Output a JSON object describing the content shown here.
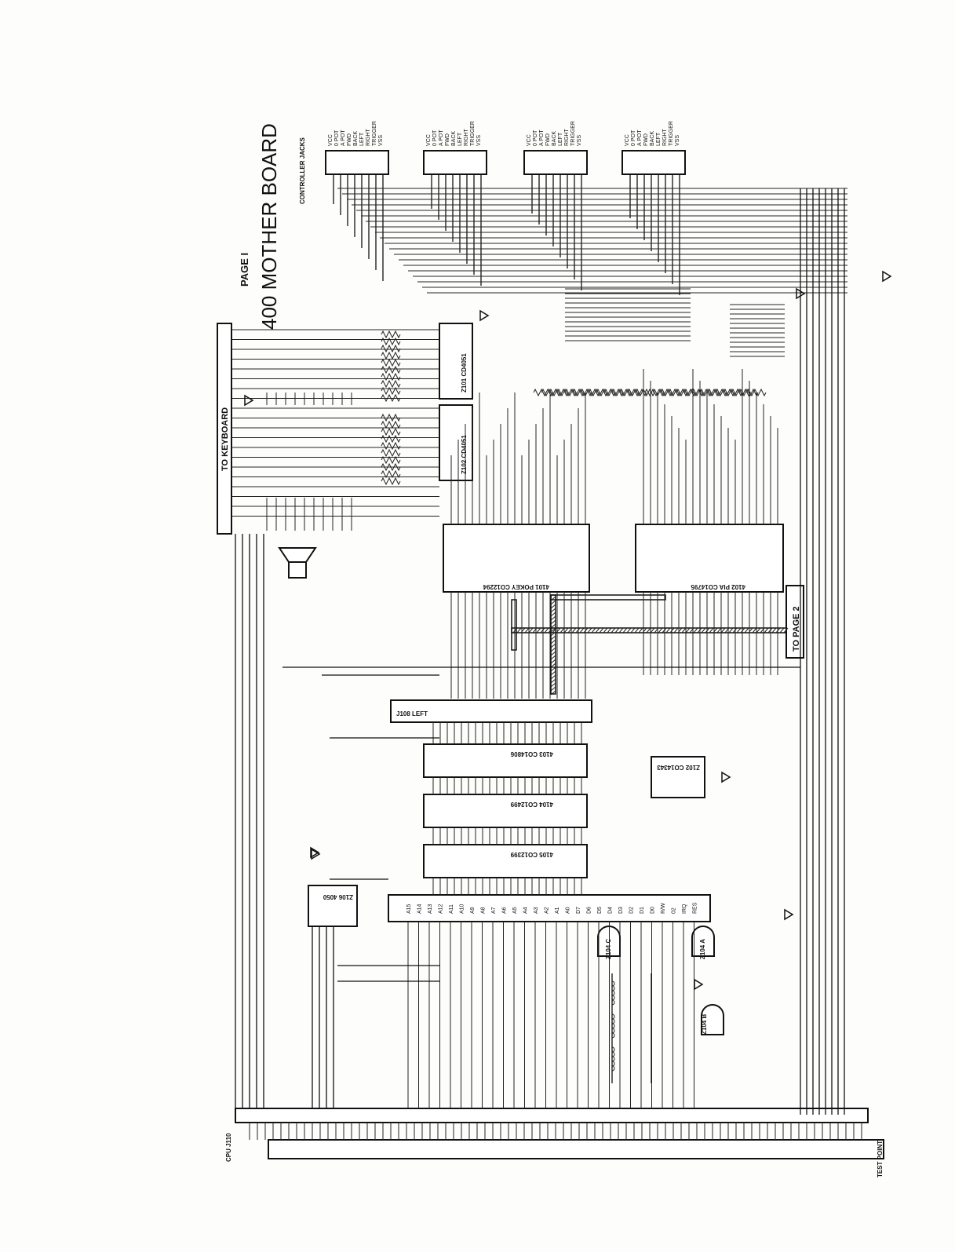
{
  "page": {
    "page_label": "PAGE I",
    "board_title": "400 MOTHER BOARD",
    "to_keyboard": "TO KEYBOARD",
    "to_page_2": "TO PAGE 2",
    "controller_jacks": "CONTROLLER JACKS",
    "cpu_connector": "CPU J110",
    "test_point": "TEST POINT"
  },
  "chips": {
    "u101": "4101 POKEY CO12294",
    "pia": "4102 PIA CO14795",
    "rom_c": "4103 CO14806",
    "rom_b": "4104 CO12499",
    "rom_a": "4105 CO12399",
    "cpu_board": "J108 LEFT",
    "decoder": "Z102 CO14343",
    "mux_u": "Z106 4050",
    "key_top": "Z101 CD4051",
    "key_bot": "Z102 CD4051",
    "gate_a": "Z104 C",
    "gate_b": "Z104 A",
    "gate_c": "Z104 B"
  },
  "controller_pins": [
    "VCC",
    "0 POT",
    "A POT",
    "FWD",
    "BACK",
    "LEFT",
    "RIGHT",
    "TRIGGER",
    "VSS"
  ],
  "cpu_pins": [
    "A15",
    "A14",
    "A13",
    "A12",
    "A11",
    "A10",
    "A9",
    "A8",
    "A7",
    "A6",
    "A5",
    "A4",
    "A3",
    "A2",
    "A1",
    "A0",
    "D7",
    "D6",
    "D5",
    "D4",
    "D3",
    "D2",
    "D1",
    "D0",
    "R/W",
    "02",
    "IRQ",
    "RES"
  ],
  "icons": {
    "speaker": "speaker-icon",
    "ground": "ground-icon"
  }
}
